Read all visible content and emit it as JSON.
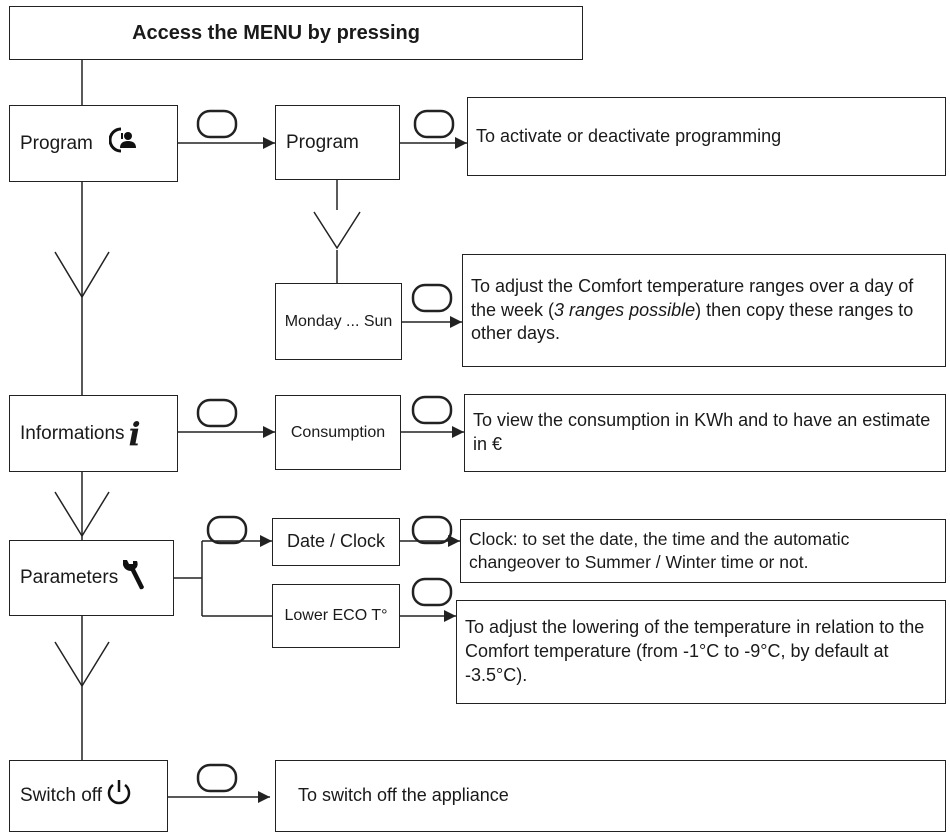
{
  "header": {
    "text": "Access the MENU by pressing"
  },
  "menu": {
    "program": "Program",
    "informations": "Informations",
    "parameters": "Parameters",
    "switch_off": "Switch off"
  },
  "submenu": {
    "program": "Program",
    "monday_sun": "Monday ... Sun",
    "consumption": "Consumption",
    "date_clock": "Date / Clock",
    "lower_eco": "Lower ECO T°"
  },
  "descriptions": {
    "program": "To activate or deactivate programming",
    "monday_sun_before": "To adjust the Comfort temperature ranges over a day of the week (",
    "monday_sun_italic": "3 ranges possible",
    "monday_sun_after": ") then copy these ranges to other days.",
    "consumption": "To view the consumption in KWh and to have an estimate in €",
    "date_clock": "Clock: to set the date, the time and the automatic changeover to Summer / Winter time or not.",
    "lower_eco": "To adjust the lowering of the temperature in relation to the Comfort temperature (from -1°C to -9°C, by default at -3.5°C).",
    "switch_off": "To switch off the appliance"
  },
  "icons": {
    "button": "menu-button-icon",
    "program": "program-clock-person-icon",
    "info": "info-icon",
    "wrench": "wrench-icon",
    "power": "power-icon",
    "chevron": "chevron-down-icon"
  }
}
